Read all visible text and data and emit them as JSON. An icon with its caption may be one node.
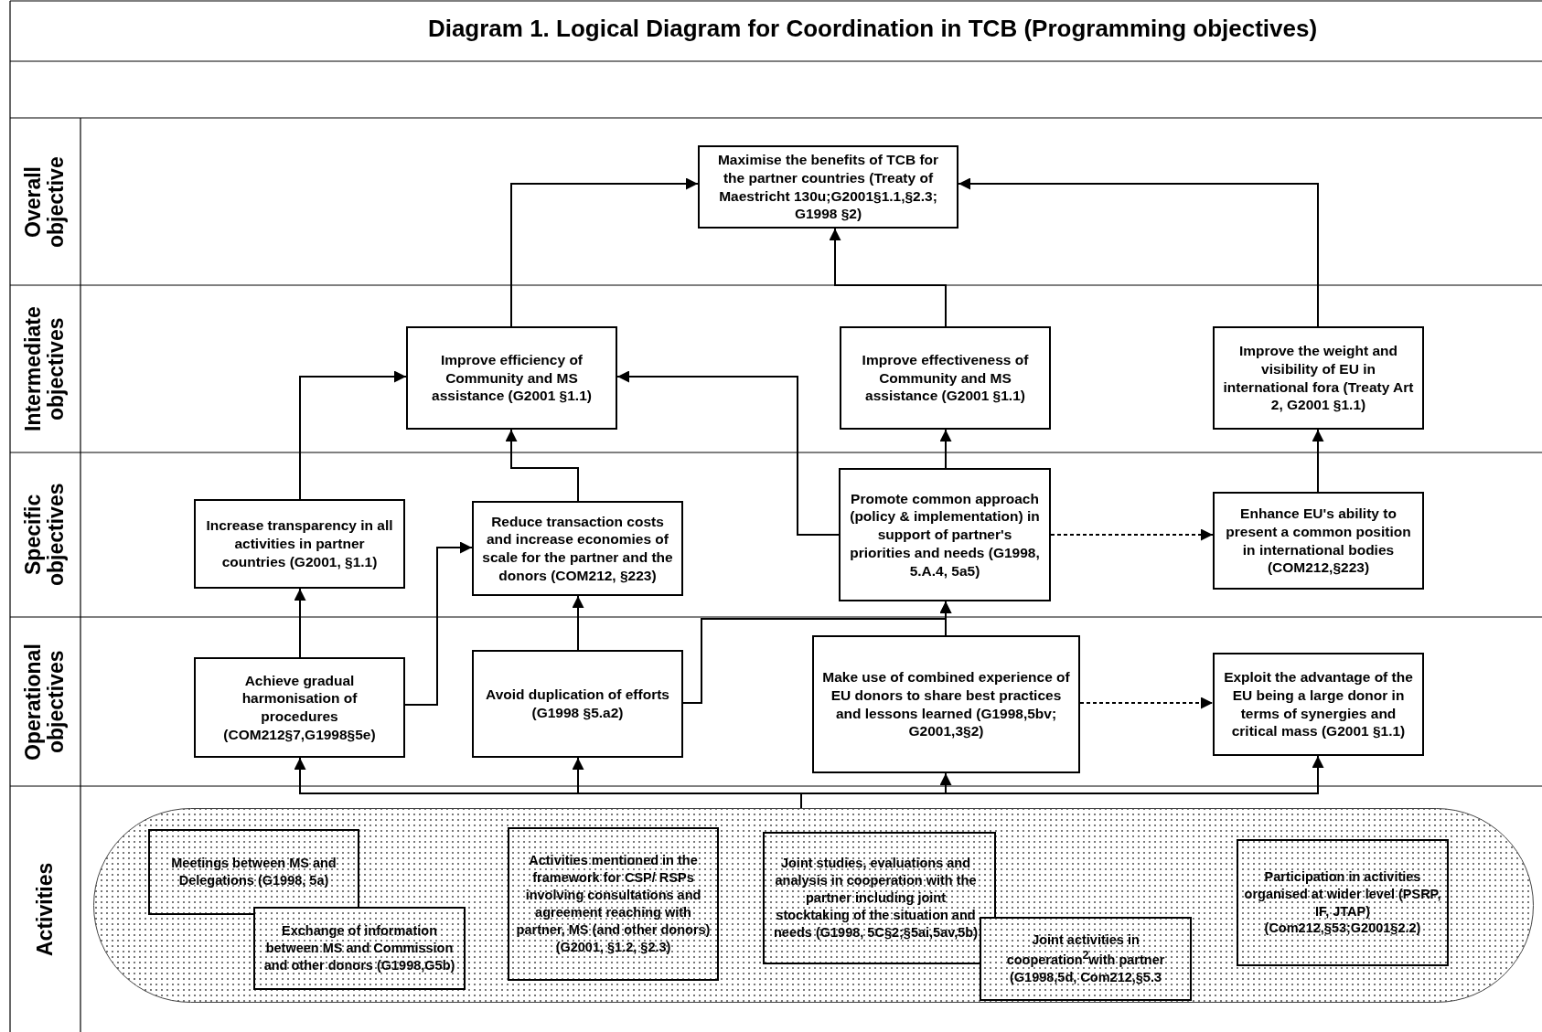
{
  "diagram": {
    "title": "Diagram 1. Logical Diagram for Coordination in TCB (Programming objectives)",
    "nodes": [
      {
        "text": [
          "Maximise the benefits of TCB for the partner countries (Treaty of Maestricht 130u;G2001§1.1,§2.3; G1998 §2)"
        ]
      },
      {
        "text": [
          "Improve efficiency of Community and MS assistance (G2001 §1.1)"
        ]
      },
      {
        "text": [
          "Improve effectiveness of Community and MS assistance (G2001 §1.1)"
        ]
      },
      {
        "text": [
          "Improve the weight and visibility of EU in international fora (Treaty Art 2, G2001 §1.1)"
        ]
      },
      {
        "text": [
          "Increase transparency in all activities in partner countries (G2001, §1.1)"
        ]
      },
      {
        "text": [
          "Reduce transaction costs and increase economies of scale for the partner and the donors (COM212, §223)"
        ]
      },
      {
        "text": [
          "Promote common approach (policy & implementation) in support of partner's priorities and needs (G1998, 5.A.4, 5a5)"
        ]
      },
      {
        "text": [
          "Enhance EU's ability to present a common position in international bodies (COM212,§223)"
        ]
      },
      {
        "text": [
          "Achieve gradual harmonisation of procedures (COM212§7,G1998§5e)"
        ]
      },
      {
        "text": [
          "Avoid duplication of efforts (G1998 §5.a2)"
        ]
      },
      {
        "text": [
          "Make use of combined experience of EU donors to share best practices and lessons learned (G1998,5bv; G2001,3§2)"
        ]
      },
      {
        "text": [
          "Exploit the advantage of the EU being a large donor in terms of synergies and critical mass (G2001 §1.1)"
        ]
      },
      {
        "text": [],
        "shape": "box"
      },
      {
        "text": [
          "Meetings between MS and Delegations (G1998, 5a)"
        ],
        "in": 12
      },
      {
        "text": [
          "Exchange of information between MS and Commission and other donors (G1998,G5b)"
        ],
        "in": 12
      },
      {
        "text": [
          "Activities  mentioned  in the framework for CSP/ RSPs involving consultations and agreement reaching with partner, MS (and other donors) (G2001, §1.2, §2.3)"
        ],
        "in": 12
      },
      {
        "text": [
          "Joint studies, evaluations and analysis in cooperation with the partner including joint stocktaking of the situation and needs (G1998, 5C§2;§5ai,5av,5b)"
        ],
        "in": 12
      },
      {
        "text": [
          "Joint activities  in cooperation$^{2}$with partner (G1998,5d, Com212,§5.3"
        ],
        "in": 12
      },
      {
        "text": [
          "Participation in activities organised at wider level (PSRP, IF, JTAP) (Com212,§53;G2001§2.2)"
        ],
        "in": 12
      }
    ],
    "edges": [
      {
        "from": 1,
        "to": 0,
        "arrow": "to"
      },
      {
        "from": 2,
        "to": 0,
        "arrow": "to"
      },
      {
        "from": 3,
        "to": 0,
        "arrow": "to"
      },
      {
        "from": 4,
        "to": 1,
        "arrow": "to"
      },
      {
        "from": 5,
        "to": 1,
        "arrow": "to"
      },
      {
        "from": 6,
        "to": 1,
        "arrow": "to"
      },
      {
        "from": 6,
        "to": 2,
        "arrow": "to"
      },
      {
        "from": 6,
        "to": 7,
        "arrow": "to",
        "style": "dashed"
      },
      {
        "from": 7,
        "to": 3,
        "arrow": "to"
      },
      {
        "from": 8,
        "to": 4,
        "arrow": "to"
      },
      {
        "from": 8,
        "to": 5,
        "arrow": "to"
      },
      {
        "from": 9,
        "to": 5,
        "arrow": "to"
      },
      {
        "from": 9,
        "to": 6,
        "arrow": "to"
      },
      {
        "from": 10,
        "to": 6,
        "arrow": "to"
      },
      {
        "from": 10,
        "to": 11,
        "arrow": "to",
        "style": "dashed"
      },
      {
        "from": 12,
        "to": 8,
        "arrow": "to"
      },
      {
        "from": 12,
        "to": 9,
        "arrow": "to"
      },
      {
        "from": 12,
        "to": 10,
        "arrow": "to"
      },
      {
        "from": 12,
        "to": 11,
        "arrow": "to"
      }
    ],
    "labels": [
      "Overall objective",
      "Intermediate objectives",
      "Specific objectives",
      "Operational objectives",
      "Activities"
    ]
  }
}
